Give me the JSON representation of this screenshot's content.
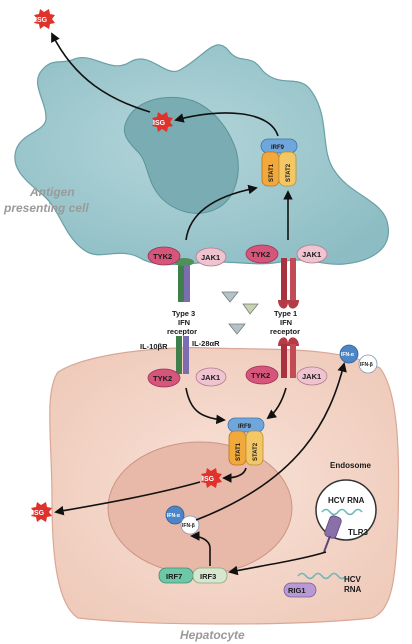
{
  "cells": {
    "apc_label_line1": "Antigen",
    "apc_label_line2": "presenting cell",
    "hepatocyte_label": "Hepatocyte"
  },
  "isg": "ISG",
  "apc": {
    "kinase_left": "TYK2",
    "kinase_left_2": "JAK1",
    "kinase_right": "TYK2",
    "kinase_right_2": "JAK1",
    "irf9": "IRF9",
    "stat1": "STAT1",
    "stat2": "STAT2"
  },
  "receptors": {
    "type3_line1": "Type 3",
    "type3_line2": "IFN",
    "type3_line3": "receptor",
    "type1_line1": "Type 1",
    "type1_line2": "IFN",
    "type1_line3": "receptor",
    "il10": "IL-10βR",
    "il28": "IL-28αR"
  },
  "hepatocyte": {
    "kinase_left": "TYK2",
    "kinase_left_2": "JAK1",
    "kinase_right": "TYK2",
    "kinase_right_2": "JAK1",
    "irf9": "IRF9",
    "stat1": "STAT1",
    "stat2": "STAT2",
    "ifn_alpha": "IFN-α",
    "ifn_beta": "IFN-β",
    "irf7": "IRF7",
    "irf3": "IRF3",
    "rig1": "RIG1",
    "endosome": "Endosome",
    "hcv_rna": "HCV RNA",
    "tlr3": "TLR3",
    "hcv_rna_line1": "HCV",
    "hcv_rna_line2": "RNA"
  },
  "secreted": {
    "ifn_alpha": "IFN-α",
    "ifn_beta": "IFN-β"
  },
  "colors": {
    "apc_fill": "#9cc9cf",
    "nucleus_apc": "#7fb3b8",
    "hepatocyte_fill": "#f5d9cc",
    "nucleus_hep": "#e9bcae",
    "tyk2": "#d6557a",
    "jak1": "#efc3cf",
    "irf9": "#6fa7dc",
    "stat1": "#f2a93b",
    "stat2": "#f4c766",
    "isg_burst": "#e0312b",
    "type3_receptor": "#6aa469",
    "type1_receptor": "#b53b45",
    "irf7": "#6ec7a7",
    "irf3": "#d7e7cf",
    "rig1": "#b79ad3",
    "tlr3": "#8a6fa8"
  }
}
